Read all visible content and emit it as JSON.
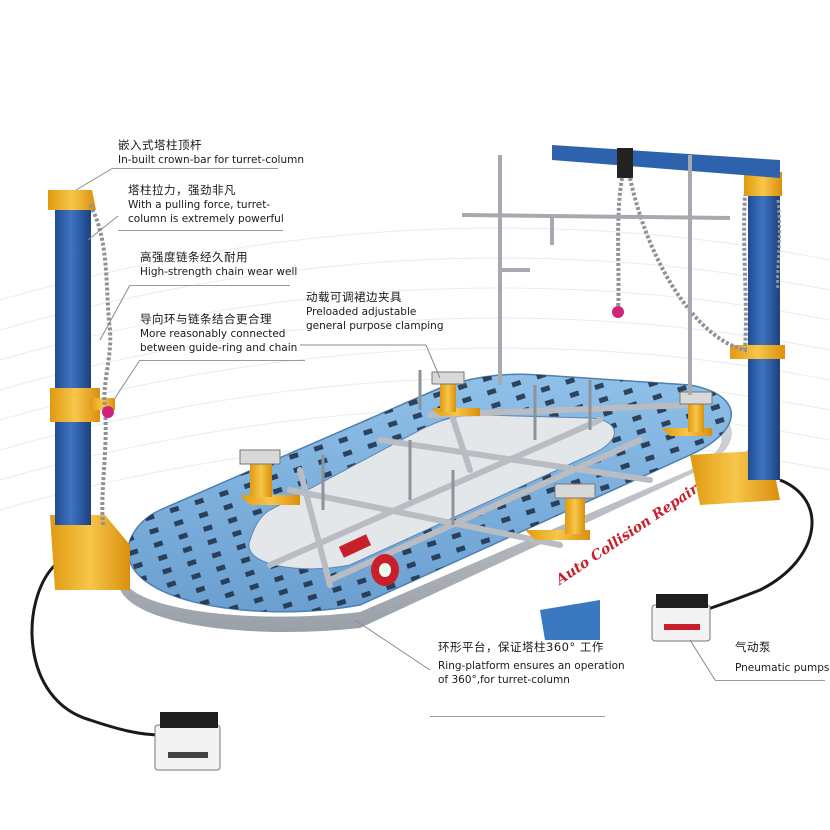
{
  "annotations": {
    "crown_bar": {
      "zh": "嵌入式塔柱顶杆",
      "en": "In-built crown-bar for turret-column"
    },
    "pulling_force": {
      "zh": "塔柱拉力，强劲非凡",
      "en1": "With a pulling force, turret-",
      "en2": "column is extremely powerful"
    },
    "chain": {
      "zh": "高强度链条经久耐用",
      "en": "High-strength chain wear well"
    },
    "guide_ring": {
      "zh": "导向环与链条结合更合理",
      "en1": "More reasonably connected",
      "en2": "between guide-ring and chain"
    },
    "clamping": {
      "zh": "动载可调裙边夹具",
      "en1": "Preloaded adjustable",
      "en2": "general purpose clamping"
    },
    "ring_platform": {
      "zh": "环形平台，保证塔柱360° 工作",
      "en1": "Ring-platform ensures an operation",
      "en2": "of 360°,for turret-column"
    },
    "pump": {
      "zh": "气动泵",
      "en": "Pneumatic pumps"
    }
  },
  "platform_text": "Auto Collision Repair Systems",
  "colors": {
    "platform": "#7bb0dc",
    "column": "#2f5fa8",
    "yellow": "#f0b429",
    "frame": "#b9bcc2"
  }
}
